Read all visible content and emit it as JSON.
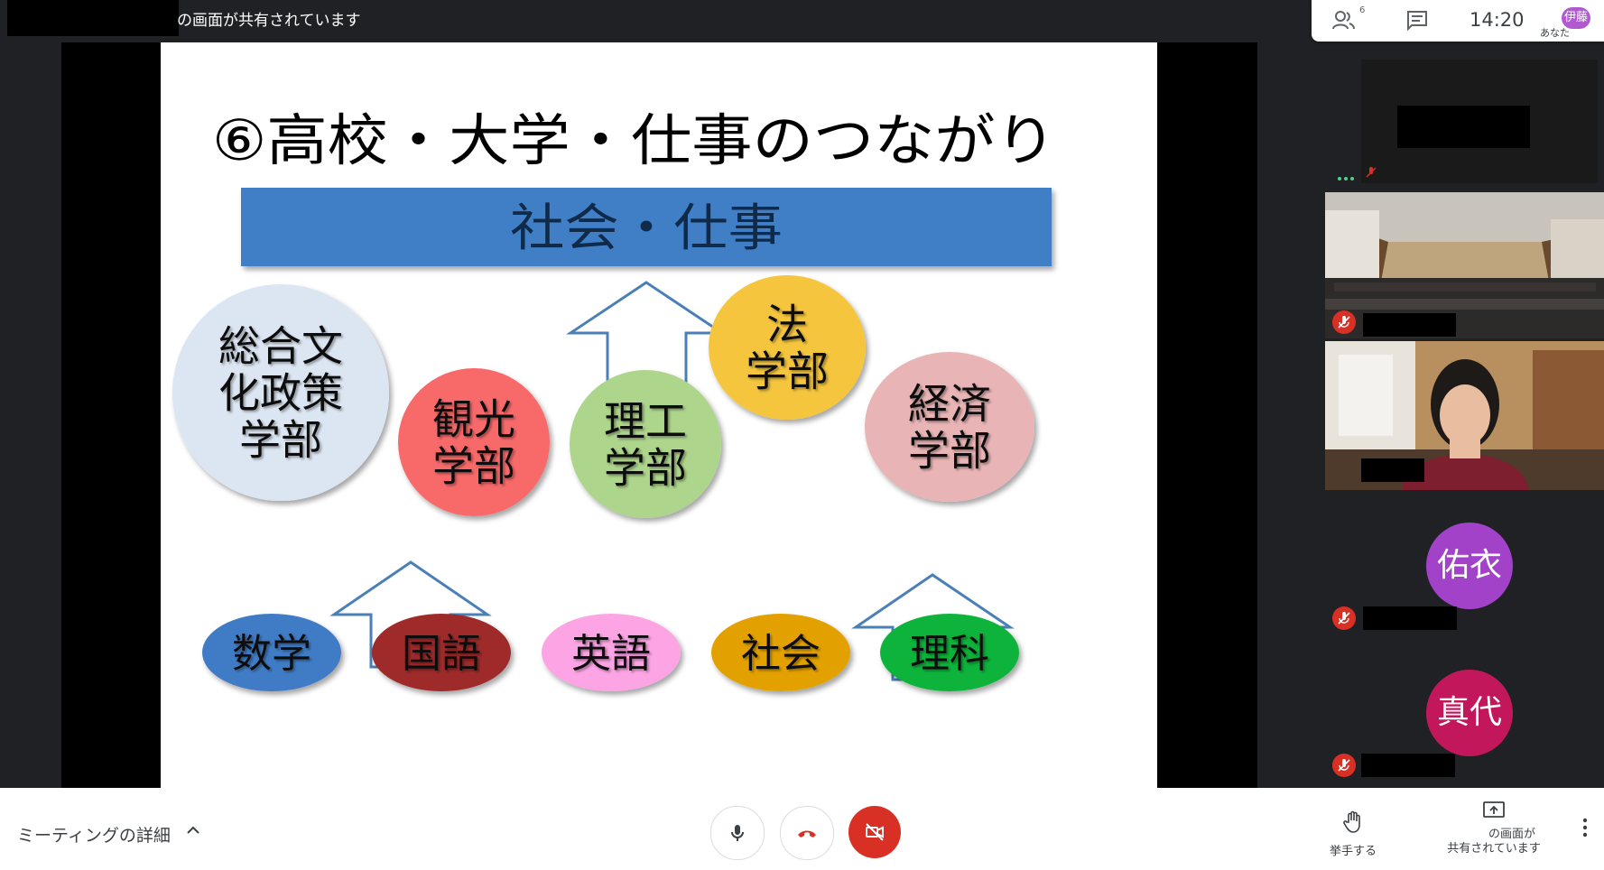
{
  "topbar": {
    "share_notice": "の画面が共有されています"
  },
  "header": {
    "participants_count": "6",
    "clock": "14:20",
    "self_avatar_text": "伊藤",
    "self_label": "あなた"
  },
  "slide": {
    "title": "⑥高校・大学・仕事のつながり",
    "banner": "社会・仕事",
    "faculties": [
      {
        "lines": [
          "総合文",
          "化政策",
          "学部"
        ],
        "color": "#dce6f2"
      },
      {
        "lines": [
          "観光",
          "学部"
        ],
        "color": "#f8696b"
      },
      {
        "lines": [
          "理工",
          "学部"
        ],
        "color": "#aed58c"
      },
      {
        "lines": [
          "法",
          "学部"
        ],
        "color": "#f4c53c"
      },
      {
        "lines": [
          "経済",
          "学部"
        ],
        "color": "#e9b4b5"
      }
    ],
    "subjects": [
      {
        "label": "数学",
        "color": "#3f7bc5"
      },
      {
        "label": "国語",
        "color": "#9e2a2b"
      },
      {
        "label": "英語",
        "color": "#fca4e4"
      },
      {
        "label": "社会",
        "color": "#e3a106"
      },
      {
        "label": "理科",
        "color": "#0ab33a"
      }
    ],
    "colors": {
      "banner": "#3f7fc5",
      "arrow_stroke": "#4a7fb8"
    }
  },
  "participants": [
    {
      "initials": "佑衣",
      "color": "#a142c8"
    },
    {
      "initials": "真代",
      "color": "#c2185b"
    }
  ],
  "bottombar": {
    "meeting_details": "ミーティングの詳細",
    "raise_hand": "挙手する",
    "present_line1": "の画面が",
    "present_line2": "共有されています"
  }
}
